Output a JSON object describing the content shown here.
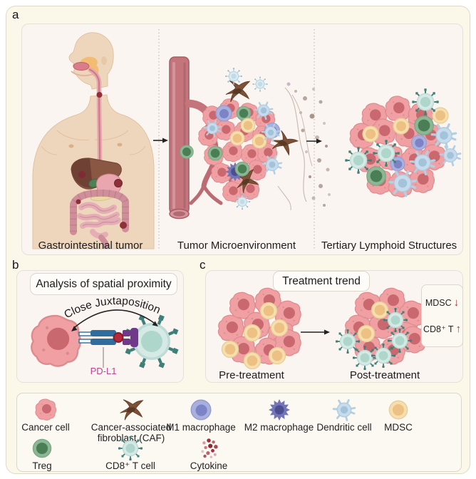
{
  "figure": {
    "panels": {
      "a": {
        "letter": "a",
        "section_labels": [
          "Gastrointestinal tumor",
          "Tumor Microenvironment",
          "Tertiary Lymphoid Structures"
        ]
      },
      "b": {
        "letter": "b",
        "title": "Analysis of spatial proximity",
        "arc_label": "Close Juxtaposition",
        "molecule_label": "PD-L1"
      },
      "c": {
        "letter": "c",
        "title": "Treatment trend",
        "pre_label": "Pre-treatment",
        "post_label": "Post-treatment",
        "trend_rows": [
          {
            "label": "MDSC",
            "arrow": "↓"
          },
          {
            "label": "CD8⁺ T",
            "arrow": "↑"
          }
        ]
      }
    },
    "legend": {
      "items": [
        {
          "label": "Cancer cell"
        },
        {
          "label": "Cancer-associated fibroblast (CAF)"
        },
        {
          "label": "M1 macrophage"
        },
        {
          "label": "M2 macrophage"
        },
        {
          "label": "Dendritic cell"
        },
        {
          "label": "MDSC"
        },
        {
          "label": "Treg"
        },
        {
          "label": "CD8⁺ T cell"
        },
        {
          "label": "Cytokine"
        }
      ]
    },
    "colors": {
      "cancer_pink": "#f0a0a3",
      "mdsc_yellow": "#f4dca8",
      "treg_green": "#4a7f55",
      "cd8_teal": "#aed6cb",
      "dendritic_blue": "#c2d9eb",
      "m1_purple": "#a8aede",
      "m2_purple": "#7375b7",
      "caf_brown": "#7d5136",
      "vessel_red": "#c4747b",
      "pdl1_magenta": "#c2418f",
      "trend_arrow_red": "#a83232"
    }
  }
}
